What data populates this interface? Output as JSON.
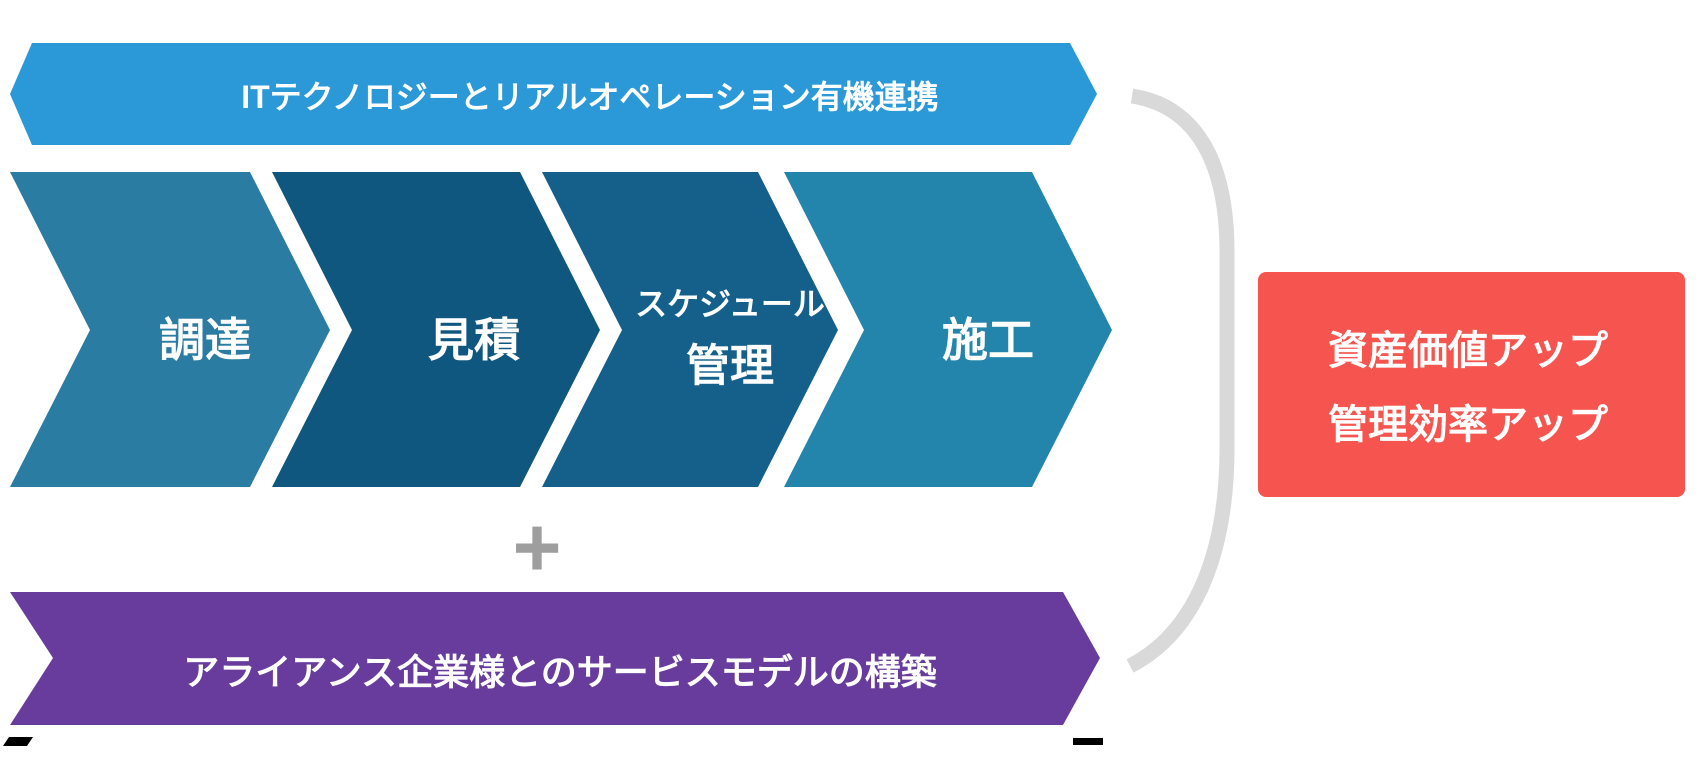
{
  "diagram": {
    "top_banner": {
      "label": "ITテクノロジーとリアルオペレーション有機連携",
      "color": "#2B99D8"
    },
    "process_steps": [
      {
        "label": "調達",
        "color": "#2A7CA3"
      },
      {
        "label": "見積",
        "color": "#0F577E"
      },
      {
        "label_line1": "スケジュール",
        "label_line2": "管理",
        "color": "#15608B"
      },
      {
        "label": "施工",
        "color": "#2384AC"
      }
    ],
    "plus_sign": "+",
    "alliance_banner": {
      "label": "アライアンス企業様とのサービスモデルの構築",
      "color": "#683C9D"
    },
    "outcome_box": {
      "line1": "資産価値アップ",
      "line2": "管理効率アップ",
      "color": "#F6554F",
      "text_color": "#ffffff"
    },
    "bracket_color": "#D9D9D9",
    "marker_color": "#000000"
  }
}
